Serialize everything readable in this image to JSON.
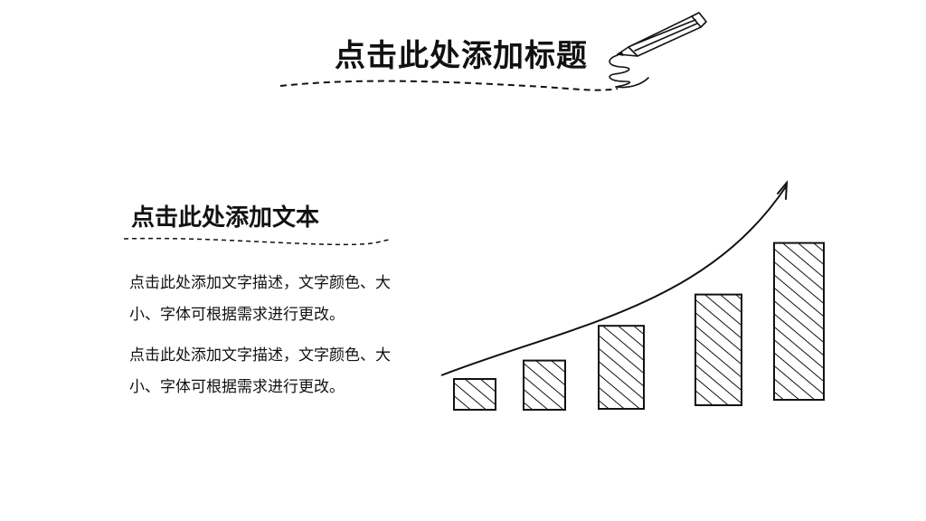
{
  "slide": {
    "title": "点击此处添加标题",
    "subtitle": "点击此处添加文本",
    "paragraphs": [
      "点击此处添加文字描述，文字颜色、大小、字体可根据需求进行更改。",
      "点击此处添加文字描述，文字颜色、大小、字体可根据需求进行更改。"
    ]
  },
  "chart_data": {
    "type": "bar",
    "categories": [
      "",
      "",
      "",
      "",
      ""
    ],
    "values": [
      1,
      1.6,
      2.7,
      3.6,
      5.1
    ],
    "trend_arrow": true,
    "style": "hand-drawn hatched bars"
  },
  "colors": {
    "ink": "#111111",
    "background": "#ffffff"
  },
  "icons": {
    "decoration": "pencil-icon"
  }
}
